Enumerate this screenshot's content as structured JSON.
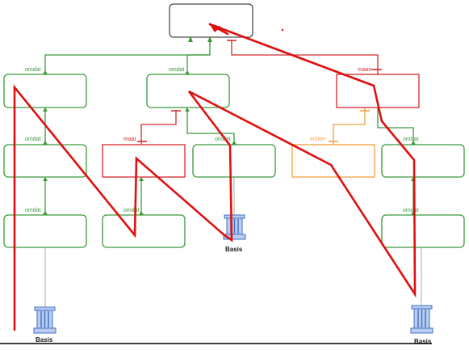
{
  "colors": {
    "green": "#3a9a3a",
    "red": "#d62a2a",
    "orange": "#eea040",
    "grey_box": "#4a4a4a",
    "overlay_red": "#e01010",
    "pillar_blue": "#3f6fc6",
    "pillar_light": "#b9cdf0",
    "stem": "#b8b8b8",
    "baseline": "#000000"
  },
  "labels": {
    "omdat": "omdat",
    "maar": "maar",
    "echter": "echter",
    "basis": "Basis"
  },
  "icons": {
    "basis": "classical-column-pillar-icon",
    "green_junction": "green-triangle-junction-icon",
    "relation_bar": "t-bar-marker-icon"
  }
}
